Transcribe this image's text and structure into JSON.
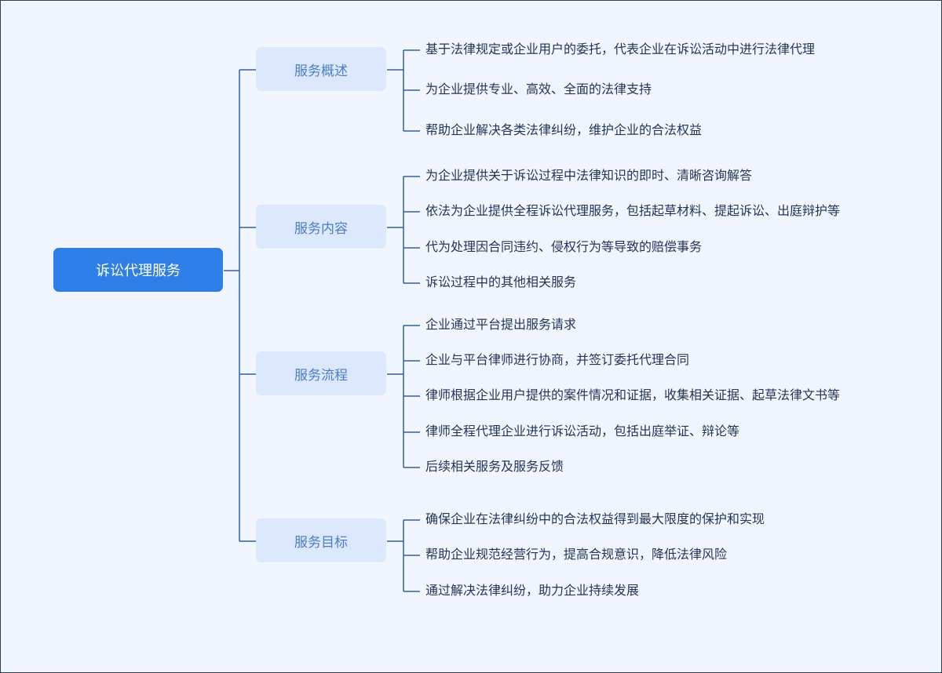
{
  "diagram": {
    "root": "诉讼代理服务",
    "branches": [
      {
        "label": "服务概述",
        "items": [
          "基于法律规定或企业用户的委托，代表企业在诉讼活动中进行法律代理",
          "为企业提供专业、高效、全面的法律支持",
          "帮助企业解决各类法律纠纷，维护企业的合法权益"
        ]
      },
      {
        "label": "服务内容",
        "items": [
          "为企业提供关于诉讼过程中法律知识的即时、清晰咨询解答",
          "依法为企业提供全程诉讼代理服务，包括起草材料、提起诉讼、出庭辩护等",
          "代为处理因合同违约、侵权行为等导致的赔偿事务",
          "诉讼过程中的其他相关服务"
        ]
      },
      {
        "label": "服务流程",
        "items": [
          "企业通过平台提出服务请求",
          "企业与平台律师进行协商，并签订委托代理合同",
          "律师根据企业用户提供的案件情况和证据，收集相关证据、起草法律文书等",
          "律师全程代理企业进行诉讼活动，包括出庭举证、辩论等",
          "后续相关服务及服务反馈"
        ]
      },
      {
        "label": "服务目标",
        "items": [
          "确保企业在法律纠纷中的合法权益得到最大限度的保护和实现",
          "帮助企业规范经营行为，提高合规意识，降低法律风险",
          "通过解决法律纠纷，助力企业持续发展"
        ]
      }
    ]
  },
  "colors": {
    "root_fill": "#2e7fea",
    "branch_fill": "#dce8fb",
    "branch_text": "#4a7ec8",
    "leaf_text": "#22365a",
    "connector": "#2f5fae",
    "background": "#f1f5fd"
  }
}
